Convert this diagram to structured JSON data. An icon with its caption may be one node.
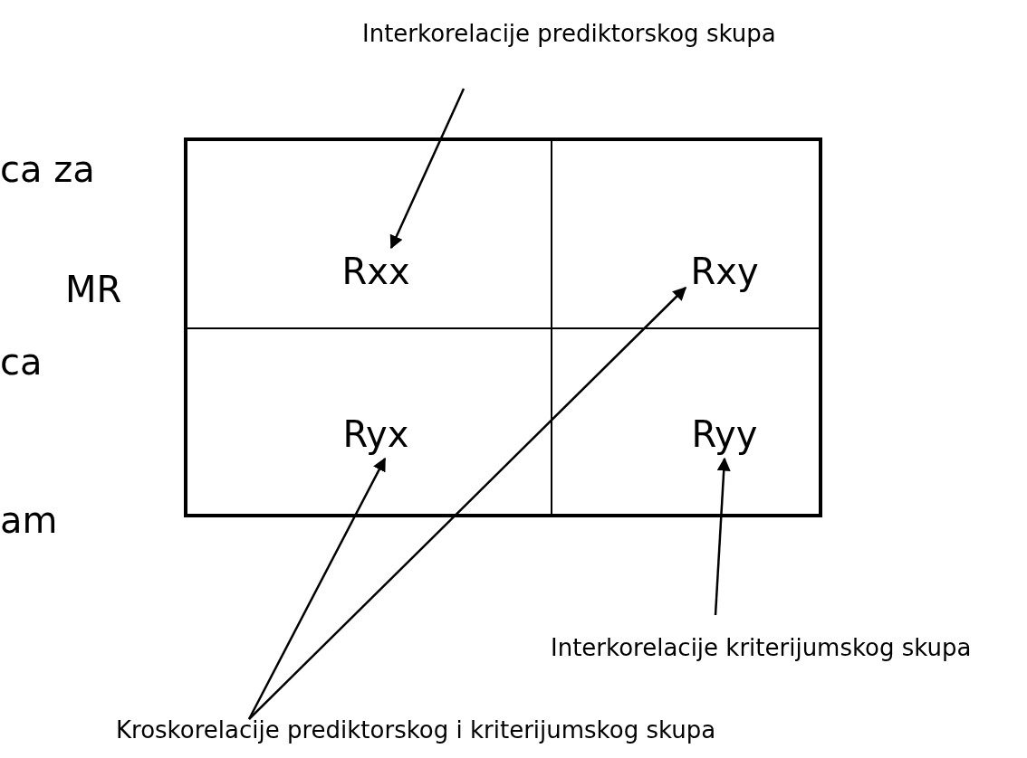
{
  "diagram": {
    "nodes": [
      {
        "text": [],
        "shape": "box"
      },
      {
        "text": [
          "Rxx"
        ],
        "in": 0
      },
      {
        "text": [
          "Rxy"
        ],
        "in": 0
      },
      {
        "text": [
          "Ryx"
        ],
        "in": 0
      },
      {
        "text": [
          "Ryy"
        ],
        "in": 0
      },
      {
        "text": [
          "Interkorelacije prediktorskog skupa"
        ]
      },
      {
        "text": [
          "Interkorelacije kriterijumskog skupa"
        ]
      },
      {
        "text": [
          "Kroskorelacije prediktorskog i kriterijumskog skupa"
        ]
      }
    ],
    "edges": [
      {
        "from": 5,
        "to": 1,
        "arrow": "to"
      },
      {
        "from": 7,
        "to": 3,
        "arrow": "to"
      },
      {
        "from": 7,
        "to": 2,
        "arrow": "to"
      },
      {
        "from": 6,
        "to": 4,
        "arrow": "to"
      }
    ],
    "labels": [
      "ca za",
      "MR",
      "ca",
      "am"
    ]
  }
}
